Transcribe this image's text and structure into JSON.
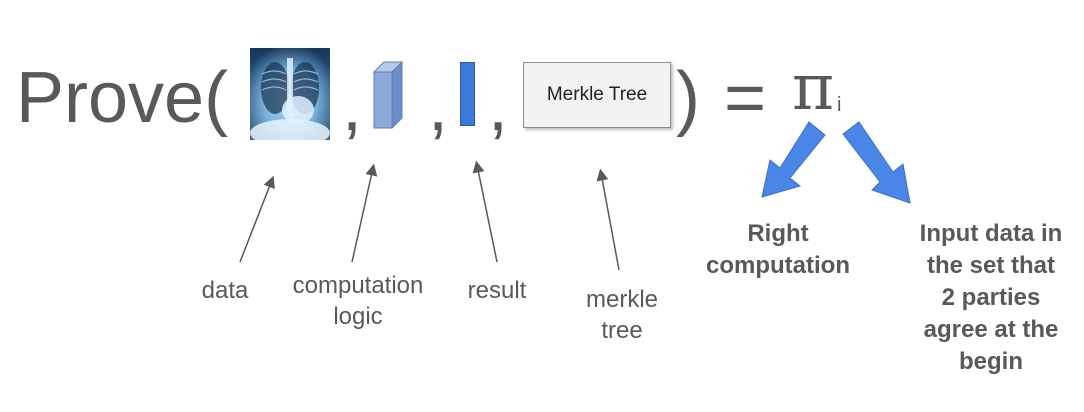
{
  "formula": {
    "prefix": "Prove(",
    "comma": ",",
    "close": ")",
    "equals": "=",
    "pi": "π",
    "subscript": "i"
  },
  "merkle_box": {
    "text": "Merkle Tree"
  },
  "labels": {
    "data": "data",
    "computation_logic": [
      "computation",
      "logic"
    ],
    "result": "result",
    "merkle_tree": [
      "merkle",
      "tree"
    ]
  },
  "notes": {
    "right_computation": [
      "Right",
      "computation"
    ],
    "input_data": [
      "Input data in",
      "the set that",
      "2 parties",
      "agree at the",
      "begin"
    ]
  },
  "colors": {
    "text": "#595959",
    "arrow_blue": "#4a86e8",
    "cube_blue": "#8eaadb",
    "result_blue": "#3c78d8",
    "box_fill": "#f2f2f2"
  },
  "icons": [
    "xray-image",
    "cube-icon",
    "bar-icon"
  ]
}
